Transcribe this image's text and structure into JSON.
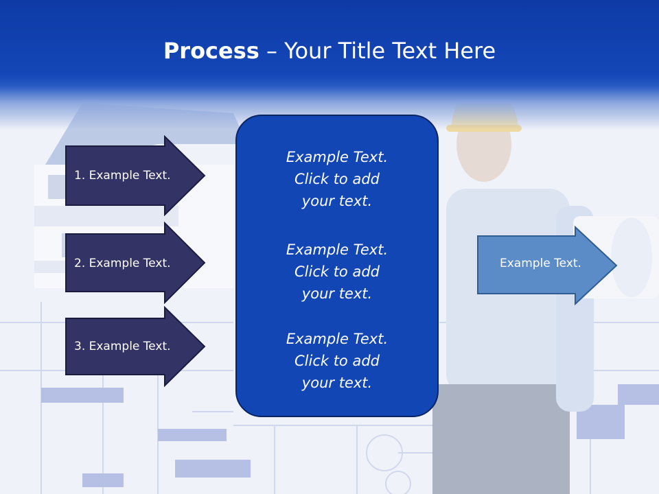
{
  "slide": {
    "title_bold": "Process",
    "title_rest": " – Your Title Text Here",
    "left_arrows": [
      {
        "label": "1. Example Text."
      },
      {
        "label": "2. Example Text."
      },
      {
        "label": "3. Example Text."
      }
    ],
    "center_blocks": [
      {
        "line1": "Example Text.",
        "line2": "Click  to add",
        "line3": "your text."
      },
      {
        "line1": "Example Text.",
        "line2": "Click  to add",
        "line3": "your text."
      },
      {
        "line1": "Example Text.",
        "line2": "Click  to add",
        "line3": "your text."
      }
    ],
    "right_arrow": {
      "label": "Example Text."
    }
  },
  "colors": {
    "banner": "#1547b8",
    "left_arrow_fill": "#333366",
    "center_panel_fill": "#1346b5",
    "right_arrow_fill": "#5b8cc8"
  }
}
